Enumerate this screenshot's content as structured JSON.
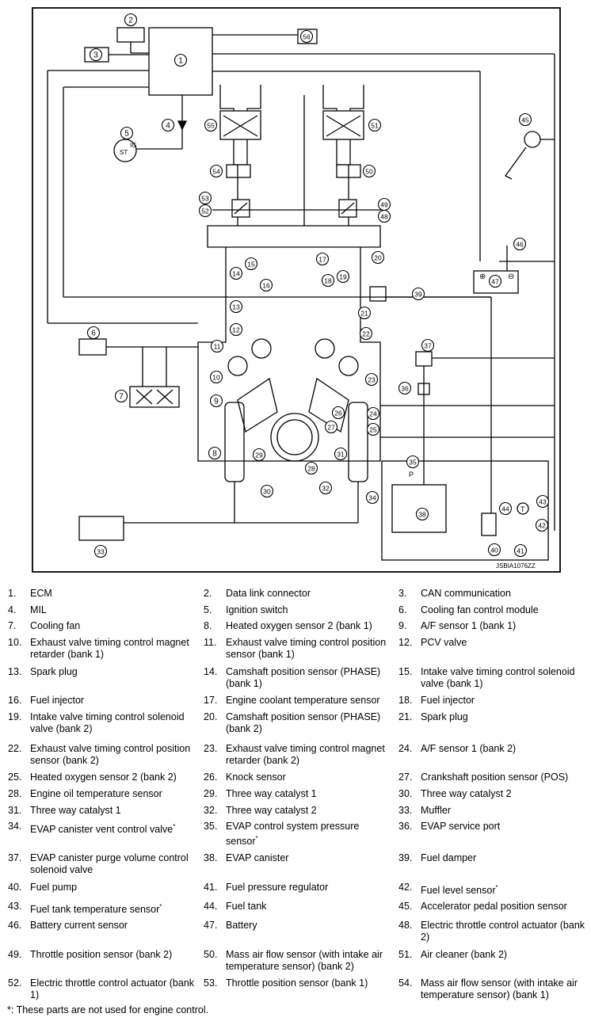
{
  "diagram": {
    "drawing_code": "JSBIA1076ZZ",
    "callouts": [
      "1",
      "2",
      "3",
      "4",
      "5",
      "6",
      "7",
      "8",
      "9",
      "10",
      "11",
      "12",
      "13",
      "14",
      "15",
      "16",
      "17",
      "18",
      "19",
      "20",
      "21",
      "22",
      "23",
      "24",
      "25",
      "26",
      "27",
      "28",
      "29",
      "30",
      "31",
      "32",
      "33",
      "34",
      "35",
      "36",
      "37",
      "38",
      "39",
      "40",
      "41",
      "42",
      "43",
      "44",
      "45",
      "46",
      "47",
      "48",
      "49",
      "50",
      "51",
      "52",
      "53",
      "54",
      "55",
      "56"
    ],
    "ignition_labels": [
      "IG",
      "ST"
    ],
    "battery_symbols": [
      "⊕",
      "⊖"
    ],
    "pressure_symbol": "P",
    "temperature_symbol": "T"
  },
  "legend": [
    {
      "num": "1.",
      "text": "ECM"
    },
    {
      "num": "2.",
      "text": "Data link connector"
    },
    {
      "num": "3.",
      "text": "CAN communication"
    },
    {
      "num": "4.",
      "text": "MIL"
    },
    {
      "num": "5.",
      "text": "Ignition switch"
    },
    {
      "num": "6.",
      "text": "Cooling fan control module"
    },
    {
      "num": "7.",
      "text": "Cooling fan"
    },
    {
      "num": "8.",
      "text": "Heated oxygen sensor 2 (bank 1)"
    },
    {
      "num": "9.",
      "text": "A/F sensor 1 (bank 1)"
    },
    {
      "num": "10.",
      "text": "Exhaust valve timing control magnet retarder (bank 1)"
    },
    {
      "num": "11.",
      "text": "Exhaust valve timing control position sensor (bank 1)"
    },
    {
      "num": "12.",
      "text": "PCV valve"
    },
    {
      "num": "13.",
      "text": "Spark plug"
    },
    {
      "num": "14.",
      "text": "Camshaft position sensor (PHASE) (bank 1)"
    },
    {
      "num": "15.",
      "text": "Intake valve timing control solenoid valve (bank 1)"
    },
    {
      "num": "16.",
      "text": "Fuel injector"
    },
    {
      "num": "17.",
      "text": "Engine coolant temperature sensor"
    },
    {
      "num": "18.",
      "text": "Fuel injector"
    },
    {
      "num": "19.",
      "text": "Intake valve timing control solenoid valve (bank 2)"
    },
    {
      "num": "20.",
      "text": "Camshaft position sensor (PHASE) (bank 2)"
    },
    {
      "num": "21.",
      "text": "Spark plug"
    },
    {
      "num": "22.",
      "text": "Exhaust valve timing control position sensor (bank 2)"
    },
    {
      "num": "23.",
      "text": "Exhaust valve timing control magnet retarder (bank 2)"
    },
    {
      "num": "24.",
      "text": "A/F sensor 1 (bank 2)"
    },
    {
      "num": "25.",
      "text": "Heated oxygen sensor 2 (bank 2)"
    },
    {
      "num": "26.",
      "text": "Knock sensor"
    },
    {
      "num": "27.",
      "text": "Crankshaft position sensor (POS)"
    },
    {
      "num": "28.",
      "text": "Engine oil temperature sensor"
    },
    {
      "num": "29.",
      "text": "Three way catalyst 1"
    },
    {
      "num": "30.",
      "text": "Three way catalyst 2"
    },
    {
      "num": "31.",
      "text": "Three way catalyst 1"
    },
    {
      "num": "32.",
      "text": "Three way catalyst 2"
    },
    {
      "num": "33.",
      "text": "Muffler"
    },
    {
      "num": "34.",
      "text": "EVAP canister vent control valve",
      "star": "*"
    },
    {
      "num": "35.",
      "text": "EVAP control system pressure sensor",
      "star": "*"
    },
    {
      "num": "36.",
      "text": "EVAP service port"
    },
    {
      "num": "37.",
      "text": "EVAP canister purge volume control solenoid valve"
    },
    {
      "num": "38.",
      "text": "EVAP canister"
    },
    {
      "num": "39.",
      "text": "Fuel damper"
    },
    {
      "num": "40.",
      "text": "Fuel pump"
    },
    {
      "num": "41.",
      "text": "Fuel pressure regulator"
    },
    {
      "num": "42.",
      "text": "Fuel level sensor",
      "star": "*"
    },
    {
      "num": "43.",
      "text": "Fuel tank temperature sensor",
      "star": "*"
    },
    {
      "num": "44.",
      "text": "Fuel tank"
    },
    {
      "num": "45.",
      "text": "Accelerator pedal position sensor"
    },
    {
      "num": "46.",
      "text": "Battery current sensor"
    },
    {
      "num": "47.",
      "text": "Battery"
    },
    {
      "num": "48.",
      "text": "Electric throttle control actuator (bank 2)"
    },
    {
      "num": "49.",
      "text": "Throttle position sensor (bank 2)"
    },
    {
      "num": "50.",
      "text": "Mass air flow sensor (with intake air temperature sensor) (bank 2)"
    },
    {
      "num": "51.",
      "text": "Air cleaner (bank 2)"
    },
    {
      "num": "52.",
      "text": "Electric throttle control actuator (bank 1)"
    },
    {
      "num": "53.",
      "text": "Throttle position sensor (bank 1)"
    },
    {
      "num": "54.",
      "text": "Mass air flow sensor (with intake air temperature sensor) (bank 1)"
    }
  ],
  "footnote": "*: These parts are not used for engine control."
}
